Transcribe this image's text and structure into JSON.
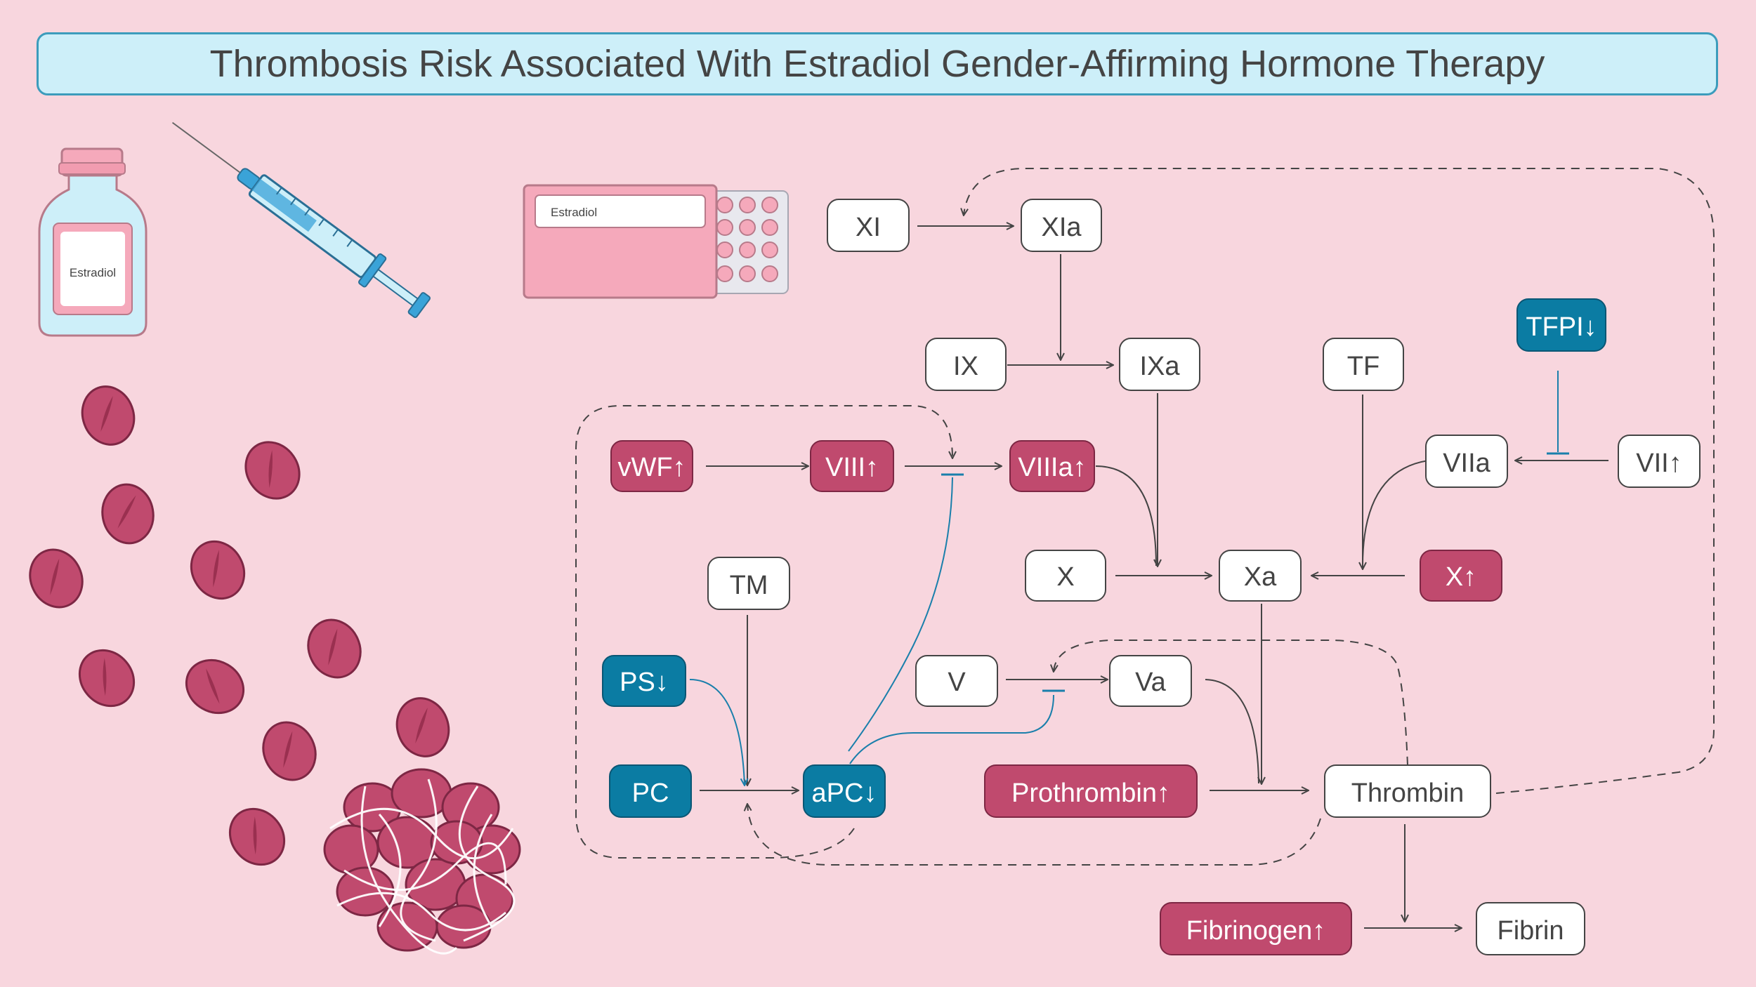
{
  "title": "Thrombosis Risk Associated With Estradiol Gender-Affirming Hormone Therapy",
  "illustrations": {
    "vial_label": "Estradiol",
    "pack_label": "Estradiol"
  },
  "colors": {
    "background": "#f8d6de",
    "increased_factor": "#c04a6e",
    "decreased_factor": "#0b7ca3",
    "neutral_factor": "#ffffff",
    "inhibition_line": "#1a7fab",
    "title_fill": "#cdeff9"
  },
  "nodes": {
    "xi": "XI",
    "xia": "XIa",
    "ix": "IX",
    "ixa": "IXa",
    "tf": "TF",
    "tfpi": "TFPI↓",
    "vwf": "vWF↑",
    "viii": "VIII↑",
    "viiia": "VIIIa↑",
    "viia": "VIIa",
    "vii": "VII↑",
    "tm": "TM",
    "x": "X",
    "xa": "Xa",
    "x_up": "X↑",
    "ps": "PS↓",
    "v": "V",
    "va": "Va",
    "pc": "PC",
    "apc": "aPC↓",
    "prothrombin": "Prothrombin↑",
    "thrombin": "Thrombin",
    "fibrinogen": "Fibrinogen↑",
    "fibrin": "Fibrin"
  }
}
